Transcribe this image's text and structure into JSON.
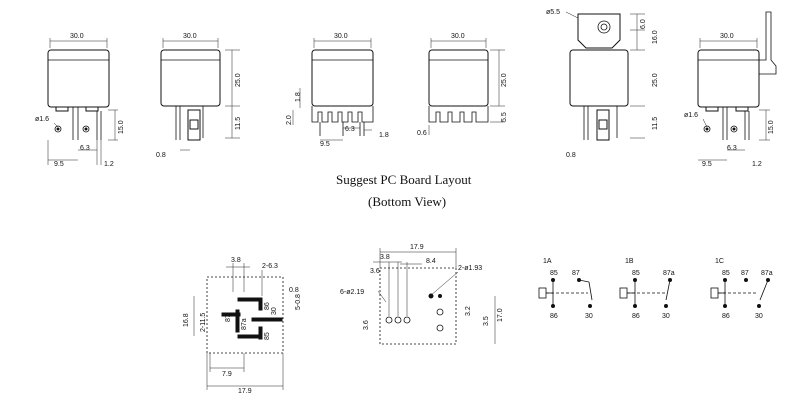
{
  "headings": {
    "layout_title": "Suggest PC Board Layout",
    "view_subtitle": "(Bottom View)"
  },
  "dims": {
    "w30": "30.0",
    "h25": "25.0",
    "d11_5": "11.5",
    "d15": "15.0",
    "d9_5": "9.5",
    "d6_3": "6.3",
    "d1_2": "1.2",
    "d0_8": "0.8",
    "d1_6": "ø1.6",
    "d1_8": "1.8",
    "d2_0": "2.0",
    "d0_6": "0.6",
    "d5_5": "5.5",
    "d5_5h": "ø5.5",
    "d6_0": "6.0",
    "d16": "16.0",
    "d17_9": "17.9",
    "d7_9": "7.9",
    "d16_8": "16.8",
    "d3_8": "3.8",
    "d8_4": "8.4",
    "d3_6": "3.6",
    "d3_6b": "3.6",
    "d3_2": "3.2",
    "d3_5": "3.5",
    "d17_0": "17.0",
    "d2x6_3": "2-6.3",
    "d2x1_93": "2-ø1.93",
    "d6x2_19": "6-ø2.19",
    "d5x0_8": "5-0.8",
    "d2x11_5": "2-11.5"
  },
  "terminals": {
    "t85": "85",
    "t86": "86",
    "t87": "87",
    "t87a": "87a",
    "t30": "30"
  },
  "schematics": [
    {
      "label": "1A",
      "a": "85",
      "b": "87",
      "c": "86",
      "d": "30"
    },
    {
      "label": "1B",
      "a": "85",
      "b": "87a",
      "c": "86",
      "d": "30"
    },
    {
      "label": "1C",
      "a": "85",
      "b": "87",
      "e": "87a",
      "c": "86",
      "d": "30"
    }
  ]
}
